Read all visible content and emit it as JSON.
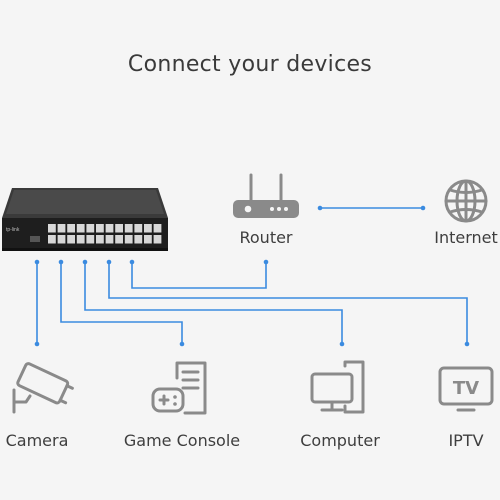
{
  "title": "Connect your devices",
  "devices": {
    "router": "Router",
    "internet": "Internet",
    "camera": "Camera",
    "game_console": "Game Console",
    "computer": "Computer",
    "iptv": "IPTV"
  },
  "switch_brand": "tp-link",
  "icon_color": "#8a8a8a",
  "link_color": "#3b8be0"
}
